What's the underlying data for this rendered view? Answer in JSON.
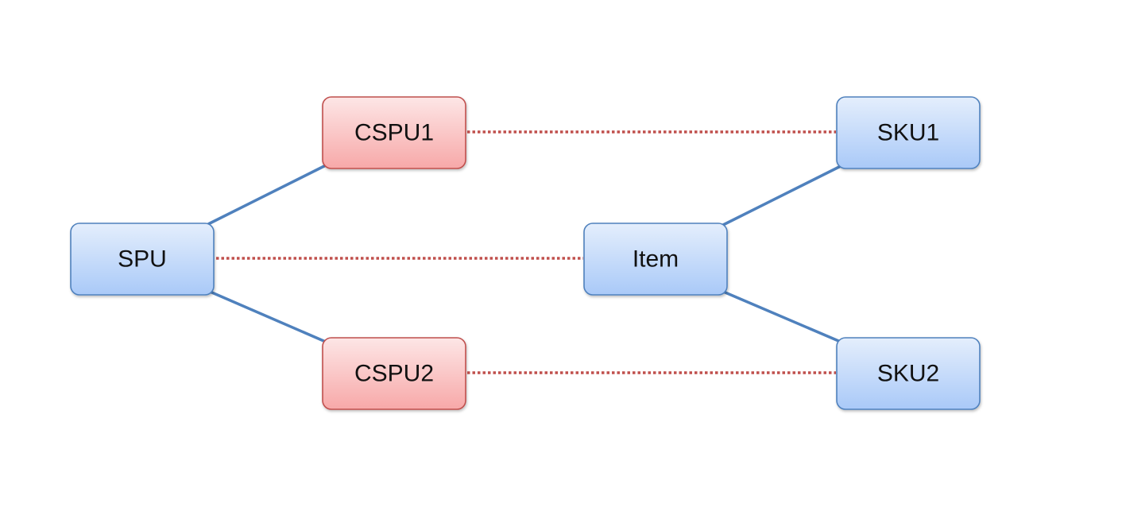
{
  "nodes": {
    "spu": {
      "label": "SPU",
      "kind": "blue"
    },
    "cspu1": {
      "label": "CSPU1",
      "kind": "red"
    },
    "cspu2": {
      "label": "CSPU2",
      "kind": "red"
    },
    "item": {
      "label": "Item",
      "kind": "blue"
    },
    "sku1": {
      "label": "SKU1",
      "kind": "blue"
    },
    "sku2": {
      "label": "SKU2",
      "kind": "blue"
    }
  },
  "edges": [
    {
      "from": "SPU",
      "to": "CSPU1",
      "style": "solid"
    },
    {
      "from": "SPU",
      "to": "CSPU2",
      "style": "solid"
    },
    {
      "from": "Item",
      "to": "SKU1",
      "style": "solid"
    },
    {
      "from": "Item",
      "to": "SKU2",
      "style": "solid"
    },
    {
      "from": "CSPU1",
      "to": "SKU1",
      "style": "dotted"
    },
    {
      "from": "SPU",
      "to": "Item",
      "style": "dotted"
    },
    {
      "from": "CSPU2",
      "to": "SKU2",
      "style": "dotted"
    }
  ],
  "colors": {
    "blue_fill_top": "#e4eefc",
    "blue_fill_bottom": "#a9c9f8",
    "blue_stroke": "#4f81bd",
    "red_fill_top": "#fde6e6",
    "red_fill_bottom": "#f7a8a8",
    "red_stroke": "#c0504d",
    "solid_edge": "#4f81bd",
    "dotted_edge": "#c0504d"
  }
}
